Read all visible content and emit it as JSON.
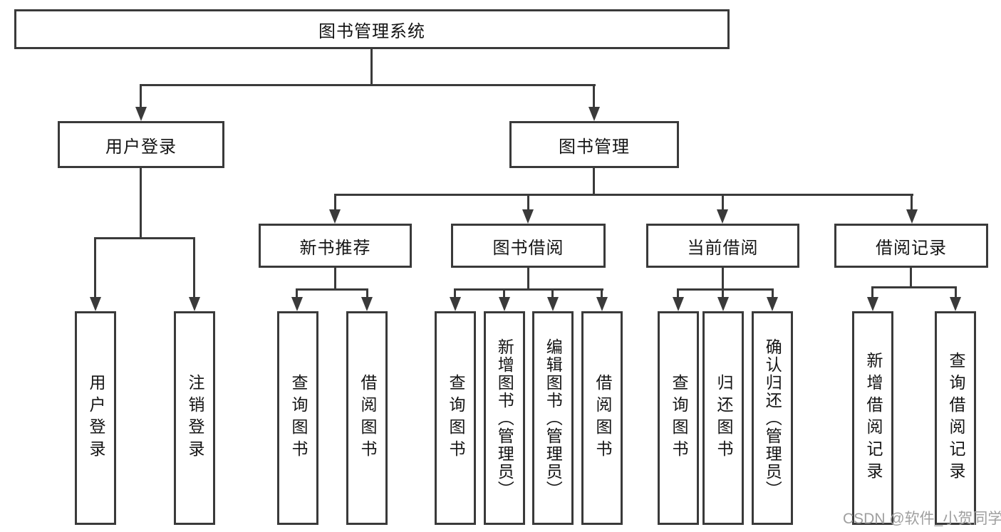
{
  "colors": {
    "line": "#3a3a3a",
    "text": "#141414",
    "box_background": "#ffffff",
    "background": "#ffffff",
    "watermark": "#9f9f9f"
  },
  "root": {
    "label": "图书管理系统"
  },
  "level2": {
    "user_login": {
      "label": "用户登录"
    },
    "book_management": {
      "label": "图书管理"
    }
  },
  "level3": {
    "new_book_recommend": {
      "label": "新书推荐"
    },
    "book_borrowing": {
      "label": "图书借阅"
    },
    "current_borrowing": {
      "label": "当前借阅"
    },
    "borrowing_records": {
      "label": "借阅记录"
    }
  },
  "leaves": {
    "user_login": "用户登录",
    "logout": "注销登录",
    "query_books_recommend": "查询图书",
    "borrow_books_recommend": "借阅图书",
    "query_books_borrow": "查询图书",
    "add_books_admin": "新增图书（管理员）",
    "edit_books_admin": "编辑图书（管理员）",
    "borrow_books_borrow": "借阅图书",
    "query_books_current": "查询图书",
    "return_books": "归还图书",
    "confirm_return_admin": "确认归还（管理员）",
    "add_borrow_record": "新增借阅记录",
    "query_borrow_record": "查询借阅记录"
  },
  "watermark": {
    "text": "CSDN @软件_小贺同学"
  }
}
